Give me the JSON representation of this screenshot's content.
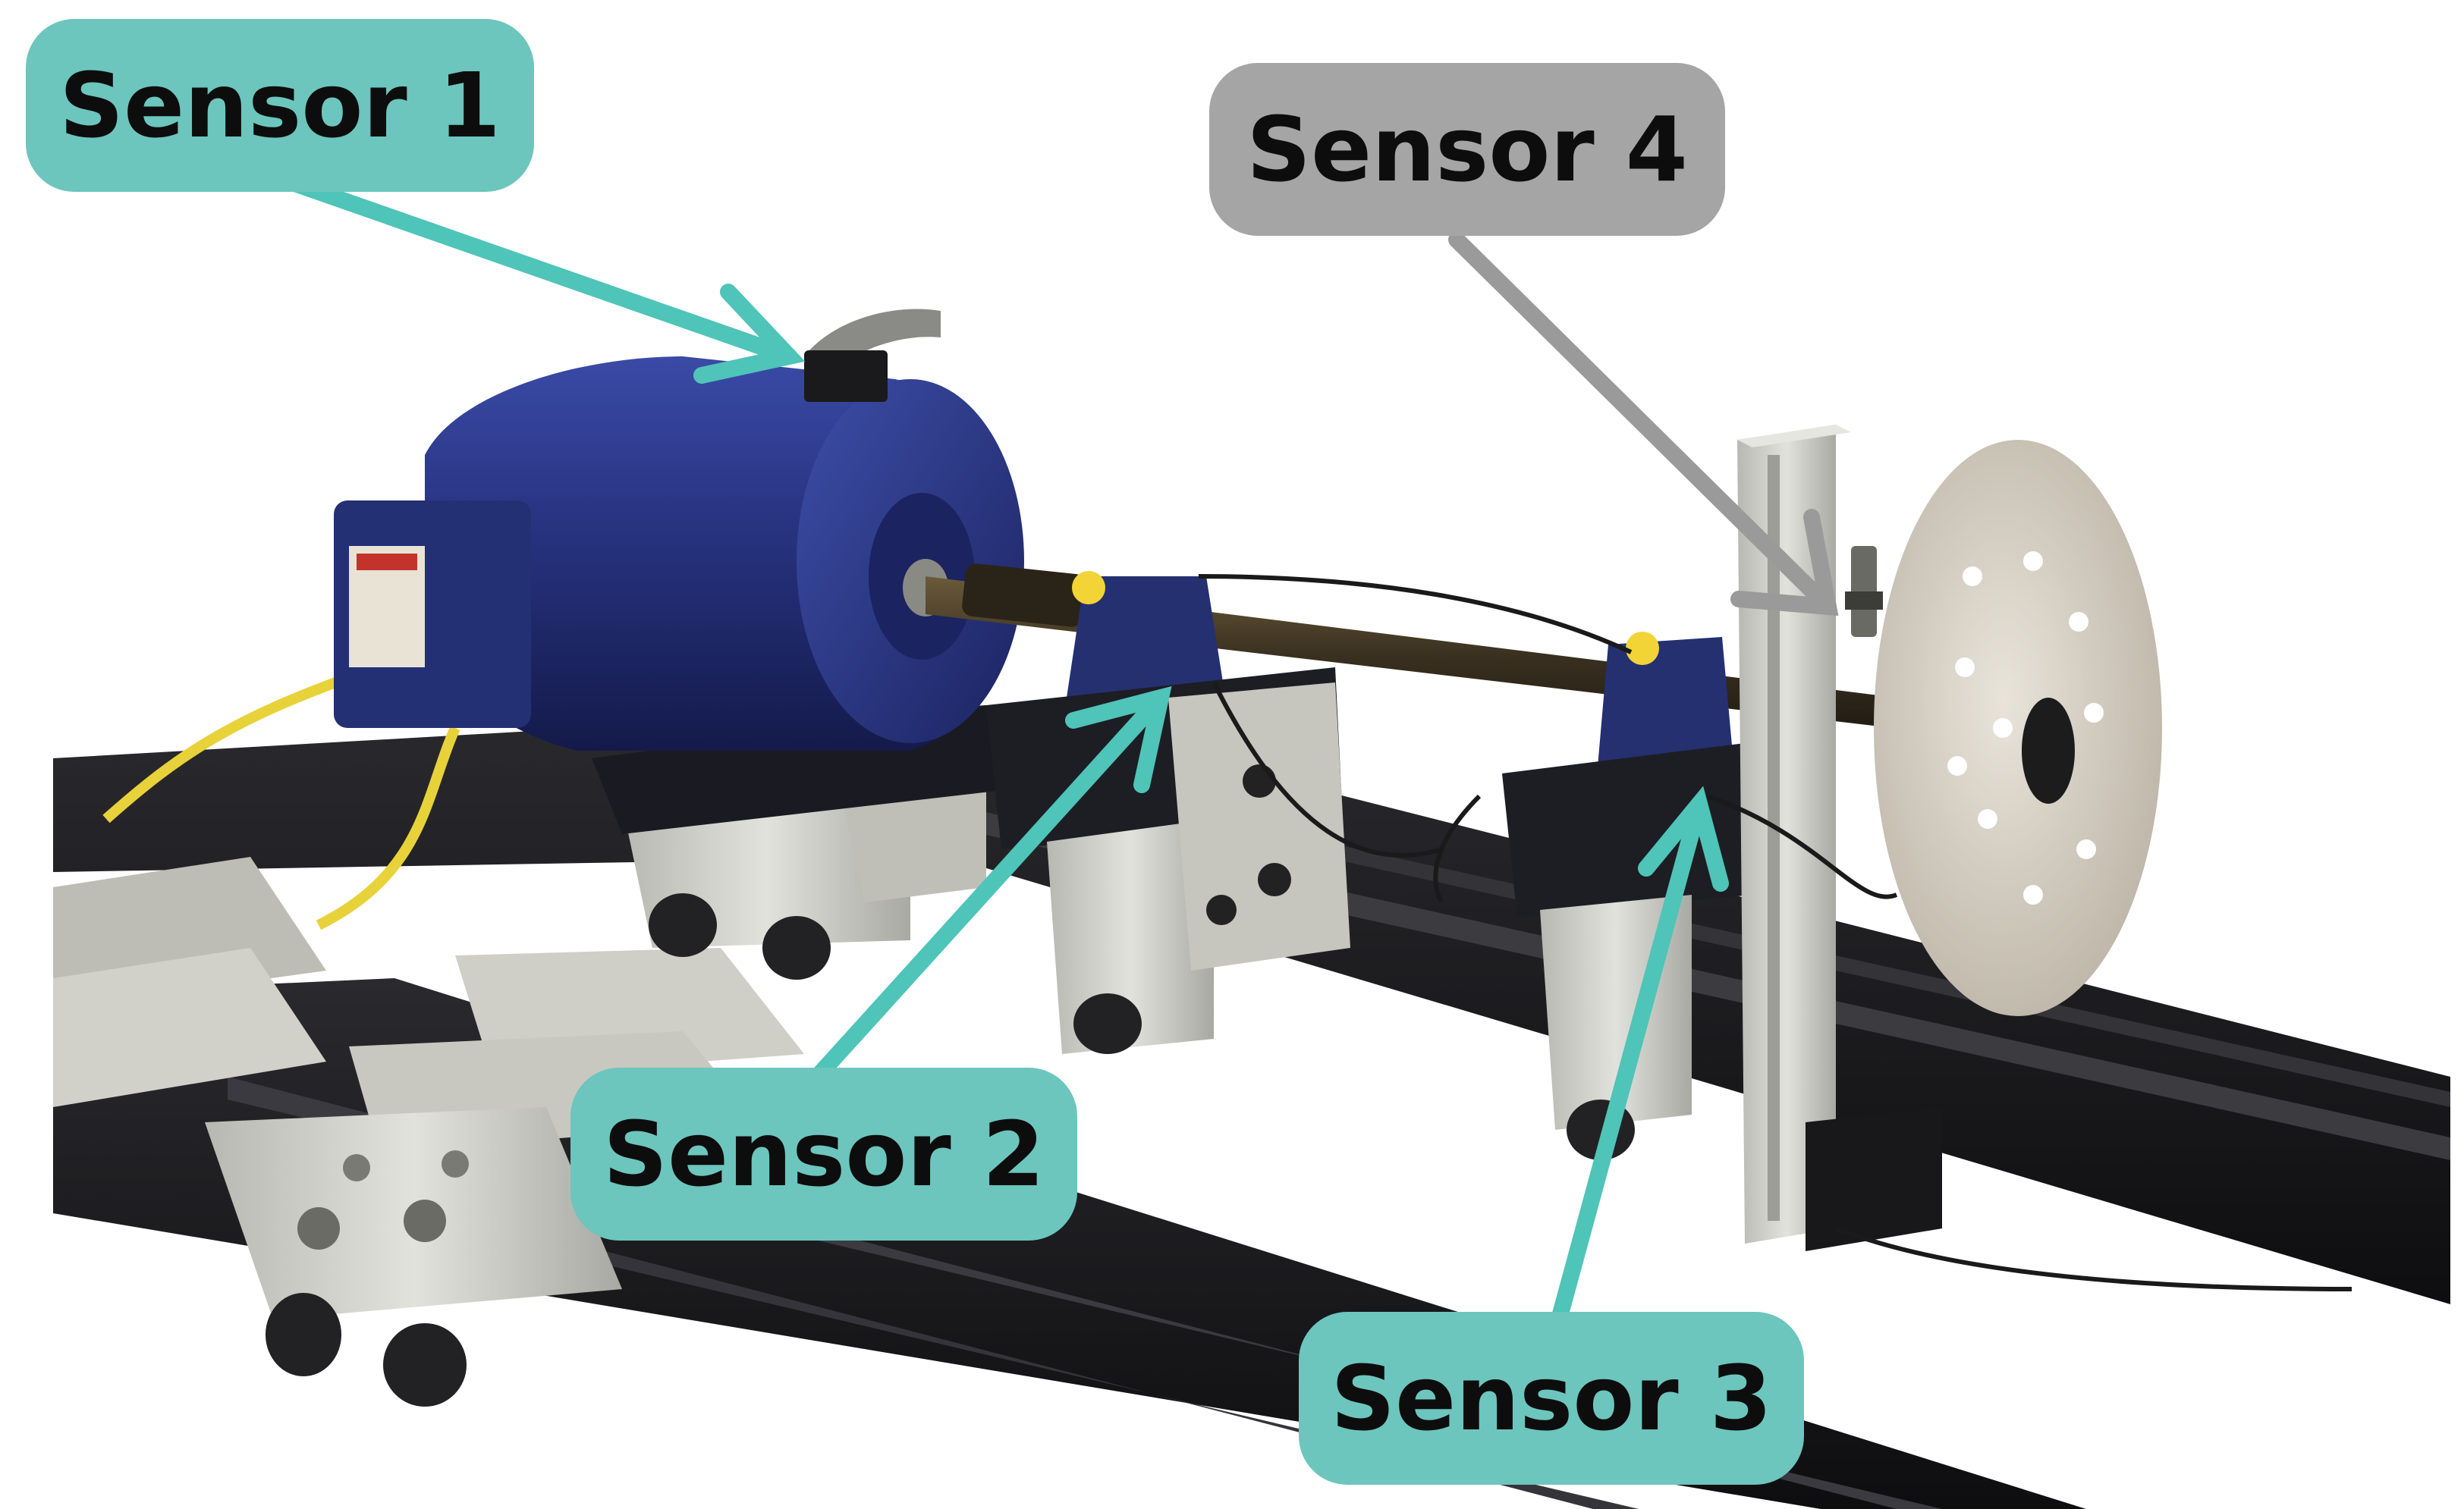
{
  "colors": {
    "teal": "#6cc6bd",
    "teal_arrow": "#4fc4b8",
    "gray": "#a5a5a5",
    "gray_arrow": "#9a9a9a",
    "motor_blue": "#25307a",
    "rail_black": "#1b1b1d",
    "aluminum": "#c9c9c4",
    "background": "#ffffff"
  },
  "labels": [
    {
      "id": "sensor-1",
      "text": "Sensor 1",
      "color": "teal",
      "arrow_color": "teal_arrow"
    },
    {
      "id": "sensor-2",
      "text": "Sensor 2",
      "color": "teal",
      "arrow_color": "teal_arrow"
    },
    {
      "id": "sensor-3",
      "text": "Sensor 3",
      "color": "teal",
      "arrow_color": "teal_arrow"
    },
    {
      "id": "sensor-4",
      "text": "Sensor 4",
      "color": "gray",
      "arrow_color": "gray_arrow"
    }
  ]
}
